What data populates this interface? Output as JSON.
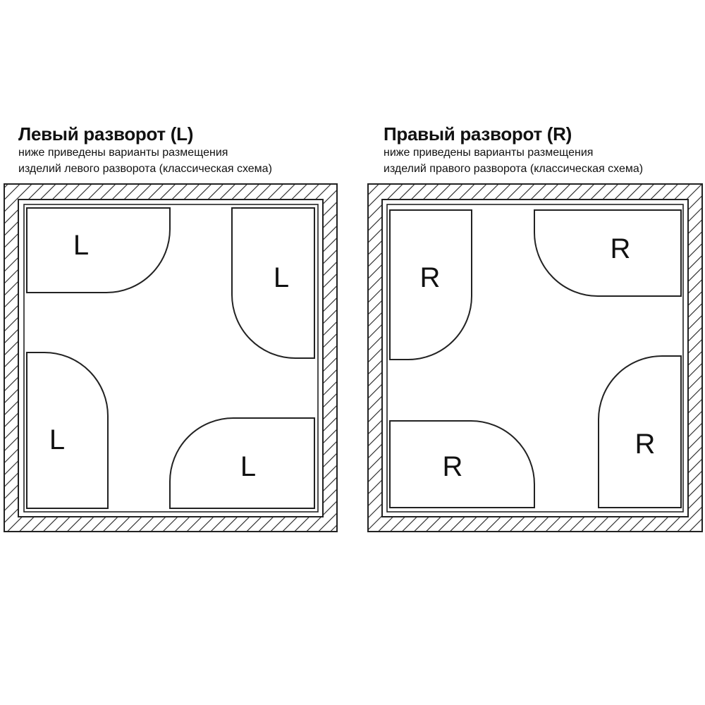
{
  "left_diagram": {
    "title": "Левый разворот (L)",
    "subtitle_line1": "ниже приведены варианты размещения",
    "subtitle_line2": "изделий левого разворота (классическая схема)",
    "piece_letter": "L"
  },
  "right_diagram": {
    "title": "Правый разворот (R)",
    "subtitle_line1": "ниже приведены варианты размещения",
    "subtitle_line2": "изделий правого разворота (классическая схема)",
    "piece_letter": "R"
  }
}
